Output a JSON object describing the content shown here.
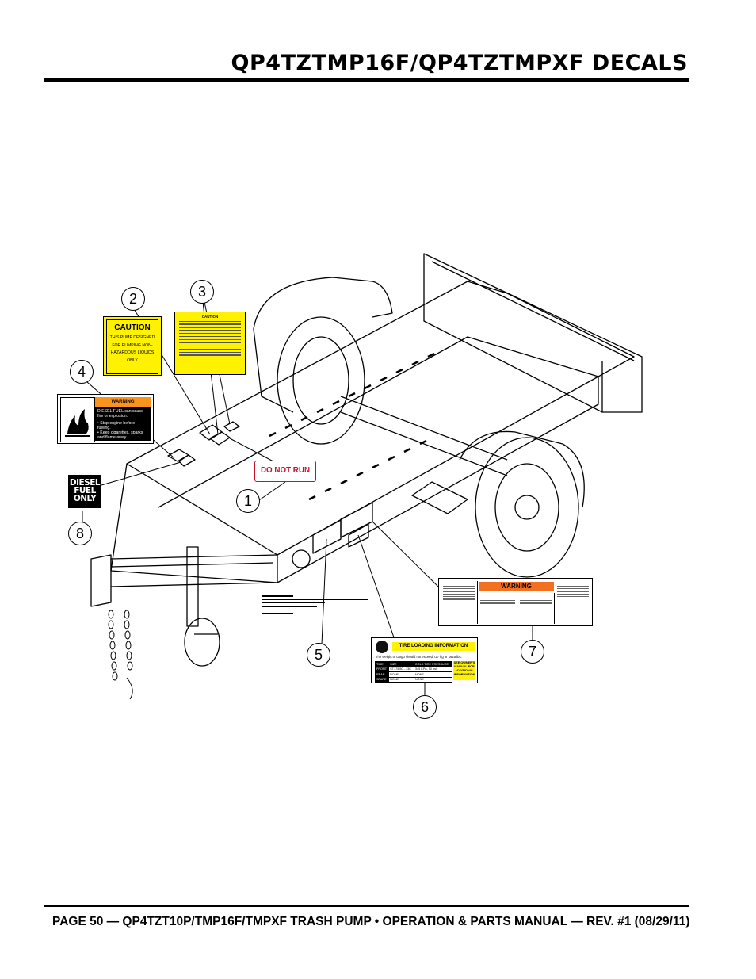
{
  "page": {
    "title": "QP4TZTMP16F/QP4TZTMPXF DECALS",
    "footer": "PAGE 50 — QP4TZT10P/TMP16F/TMPXF TRASH PUMP • OPERATION & PARTS MANUAL — REV. #1 (08/29/11)"
  },
  "callouts": [
    "1",
    "2",
    "3",
    "4",
    "5",
    "6",
    "7",
    "8"
  ],
  "decals": {
    "d1": {
      "text": "DO NOT RUN DRY"
    },
    "d2": {
      "header": "CAUTION",
      "lines": [
        "THIS PUMP DESIGNED",
        "FOR PUMPING NON-",
        "HAZARDOUS LIQUIDS",
        "ONLY"
      ]
    },
    "d3": {
      "header": "CAUTION"
    },
    "d4": {
      "header": "WARNING",
      "line1": "DIESEL FUEL can cause fire or explosion.",
      "line2": "• Stop engine before fueling.",
      "line3": "• Keep cigarettes, sparks and flame away."
    },
    "d6": {
      "header": "TIRE LOADING INFORMATION",
      "subheader": "The weight of cargo should not exceed 727 kg or 1625 lbs.",
      "table": {
        "headers": [
          "TIRE",
          "SIZE",
          "COLD TIRE PRESSURE"
        ],
        "rows": [
          [
            "FRONT",
            "ST175/80 - 13C",
            "345 KPA, 50 psi"
          ],
          [
            "REAR",
            "NONE",
            "NONE"
          ],
          [
            "SPARE",
            "NONE",
            "NONE"
          ]
        ]
      },
      "side_note": "SEE OWNER'S MANUAL FOR ADDITIONAL INFORMATION"
    },
    "d7": {
      "header": "WARNING"
    },
    "d8": {
      "line1": "DIESEL",
      "line2": "FUEL",
      "line3": "ONLY"
    }
  },
  "colors": {
    "caution_yellow": "#fff200",
    "warning_orange": "#f7941d",
    "do_not_run_red": "#c8102e"
  }
}
